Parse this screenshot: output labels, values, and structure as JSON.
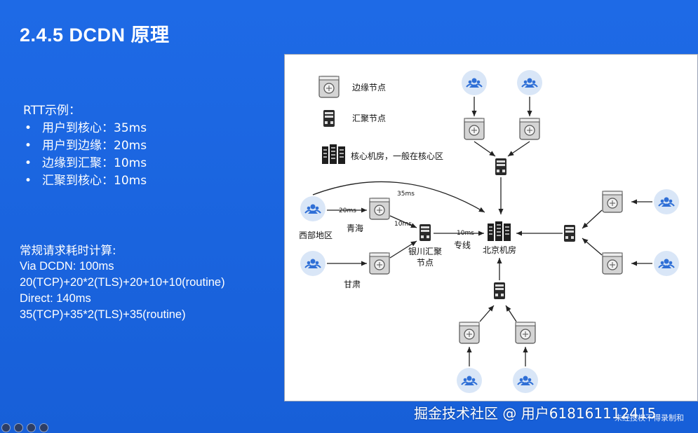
{
  "slide": {
    "title": "2.4.5 DCDN 原理"
  },
  "rtt": {
    "heading": "RTT示例：",
    "items": [
      {
        "label": "用户到核心：35ms"
      },
      {
        "label": "用户到边缘：20ms"
      },
      {
        "label": "边缘到汇聚：10ms"
      },
      {
        "label": "汇聚到核心：10ms"
      }
    ]
  },
  "calc": {
    "title": "常规请求耗时计算:",
    "line1": "Via DCDN: 100ms",
    "line2": "20(TCP)+20*2(TLS)+20+10+10(routine)",
    "line3": "Direct: 140ms",
    "line4": "35(TCP)+35*2(TLS)+35(routine)"
  },
  "diagram": {
    "legend": {
      "edge": "边缘节点",
      "aggregation": "汇聚节点",
      "core": "核心机房，一般在核心区"
    },
    "labels": {
      "west": "西部地区",
      "qinghai": "青海",
      "gansu": "甘肃",
      "yinchuan_line1": "银川汇聚",
      "yinchuan_line2": "节点",
      "dedicated_line": "专线",
      "beijing": "北京机房"
    },
    "latencies": {
      "direct": "35ms",
      "user_edge": "20ms",
      "edge_agg": "10ms",
      "agg_core": "10ms"
    }
  },
  "overlay": {
    "watermark": "掘金技术社区 @ 用户618161112415",
    "subtitle_fragment": "未经授权不得录制和"
  },
  "colors": {
    "slide_bg": "#1a63e0",
    "user_circle": "#d9e6f7",
    "user_icon": "#2f6fd6"
  }
}
